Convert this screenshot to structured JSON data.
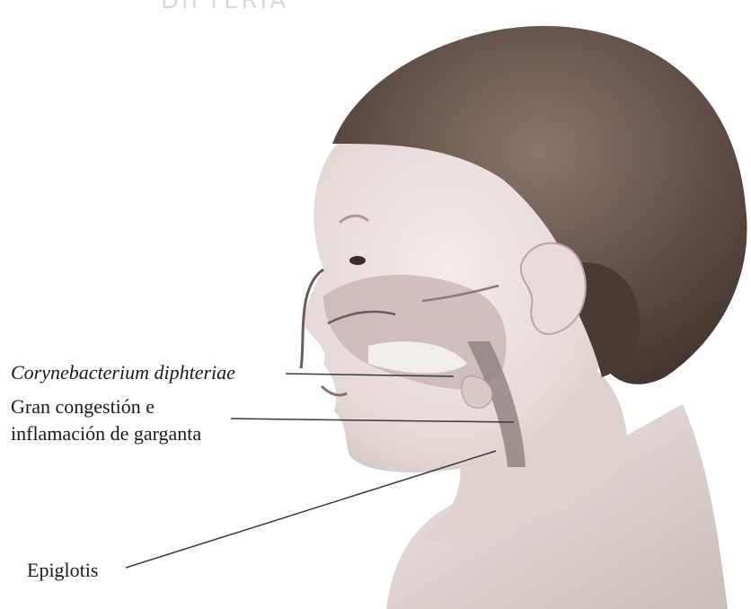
{
  "title": "DIFTERIA",
  "labels": {
    "bacterium": "Corynebacterium diphteriae",
    "congestion_line1": "Gran congestión e",
    "congestion_line2": "inflamación de garganta",
    "epiglottis": "Epiglotis"
  },
  "colors": {
    "hair": "#5a4a42",
    "skin": "#e9dfdc",
    "shadow": "#b9a8a6",
    "throat": "#8a7a7c",
    "leader": "#3a3a3a"
  }
}
